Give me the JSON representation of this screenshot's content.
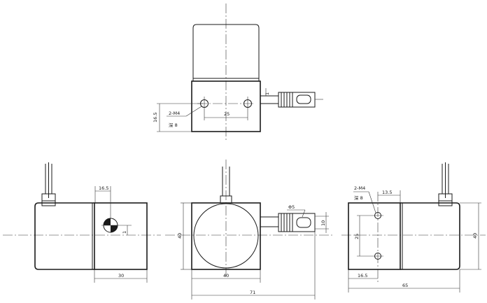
{
  "labels": {
    "top_thread": "2-M4",
    "top_depth": "深 8",
    "top_spacing": "25",
    "top_height": "16.5",
    "top_small": "1",
    "left_offset": "16.5",
    "left_small": "1",
    "left_width": "30",
    "mid_phi": "Φ5",
    "mid_height": "40",
    "mid_body": "40",
    "mid_total": "71",
    "mid_small": "10",
    "right_thread": "2-M4",
    "right_depth": "深 8",
    "right_offset": "13.5",
    "right_spacing": "25",
    "right_height": "40",
    "right_bottom": "16.5",
    "right_total": "65"
  }
}
